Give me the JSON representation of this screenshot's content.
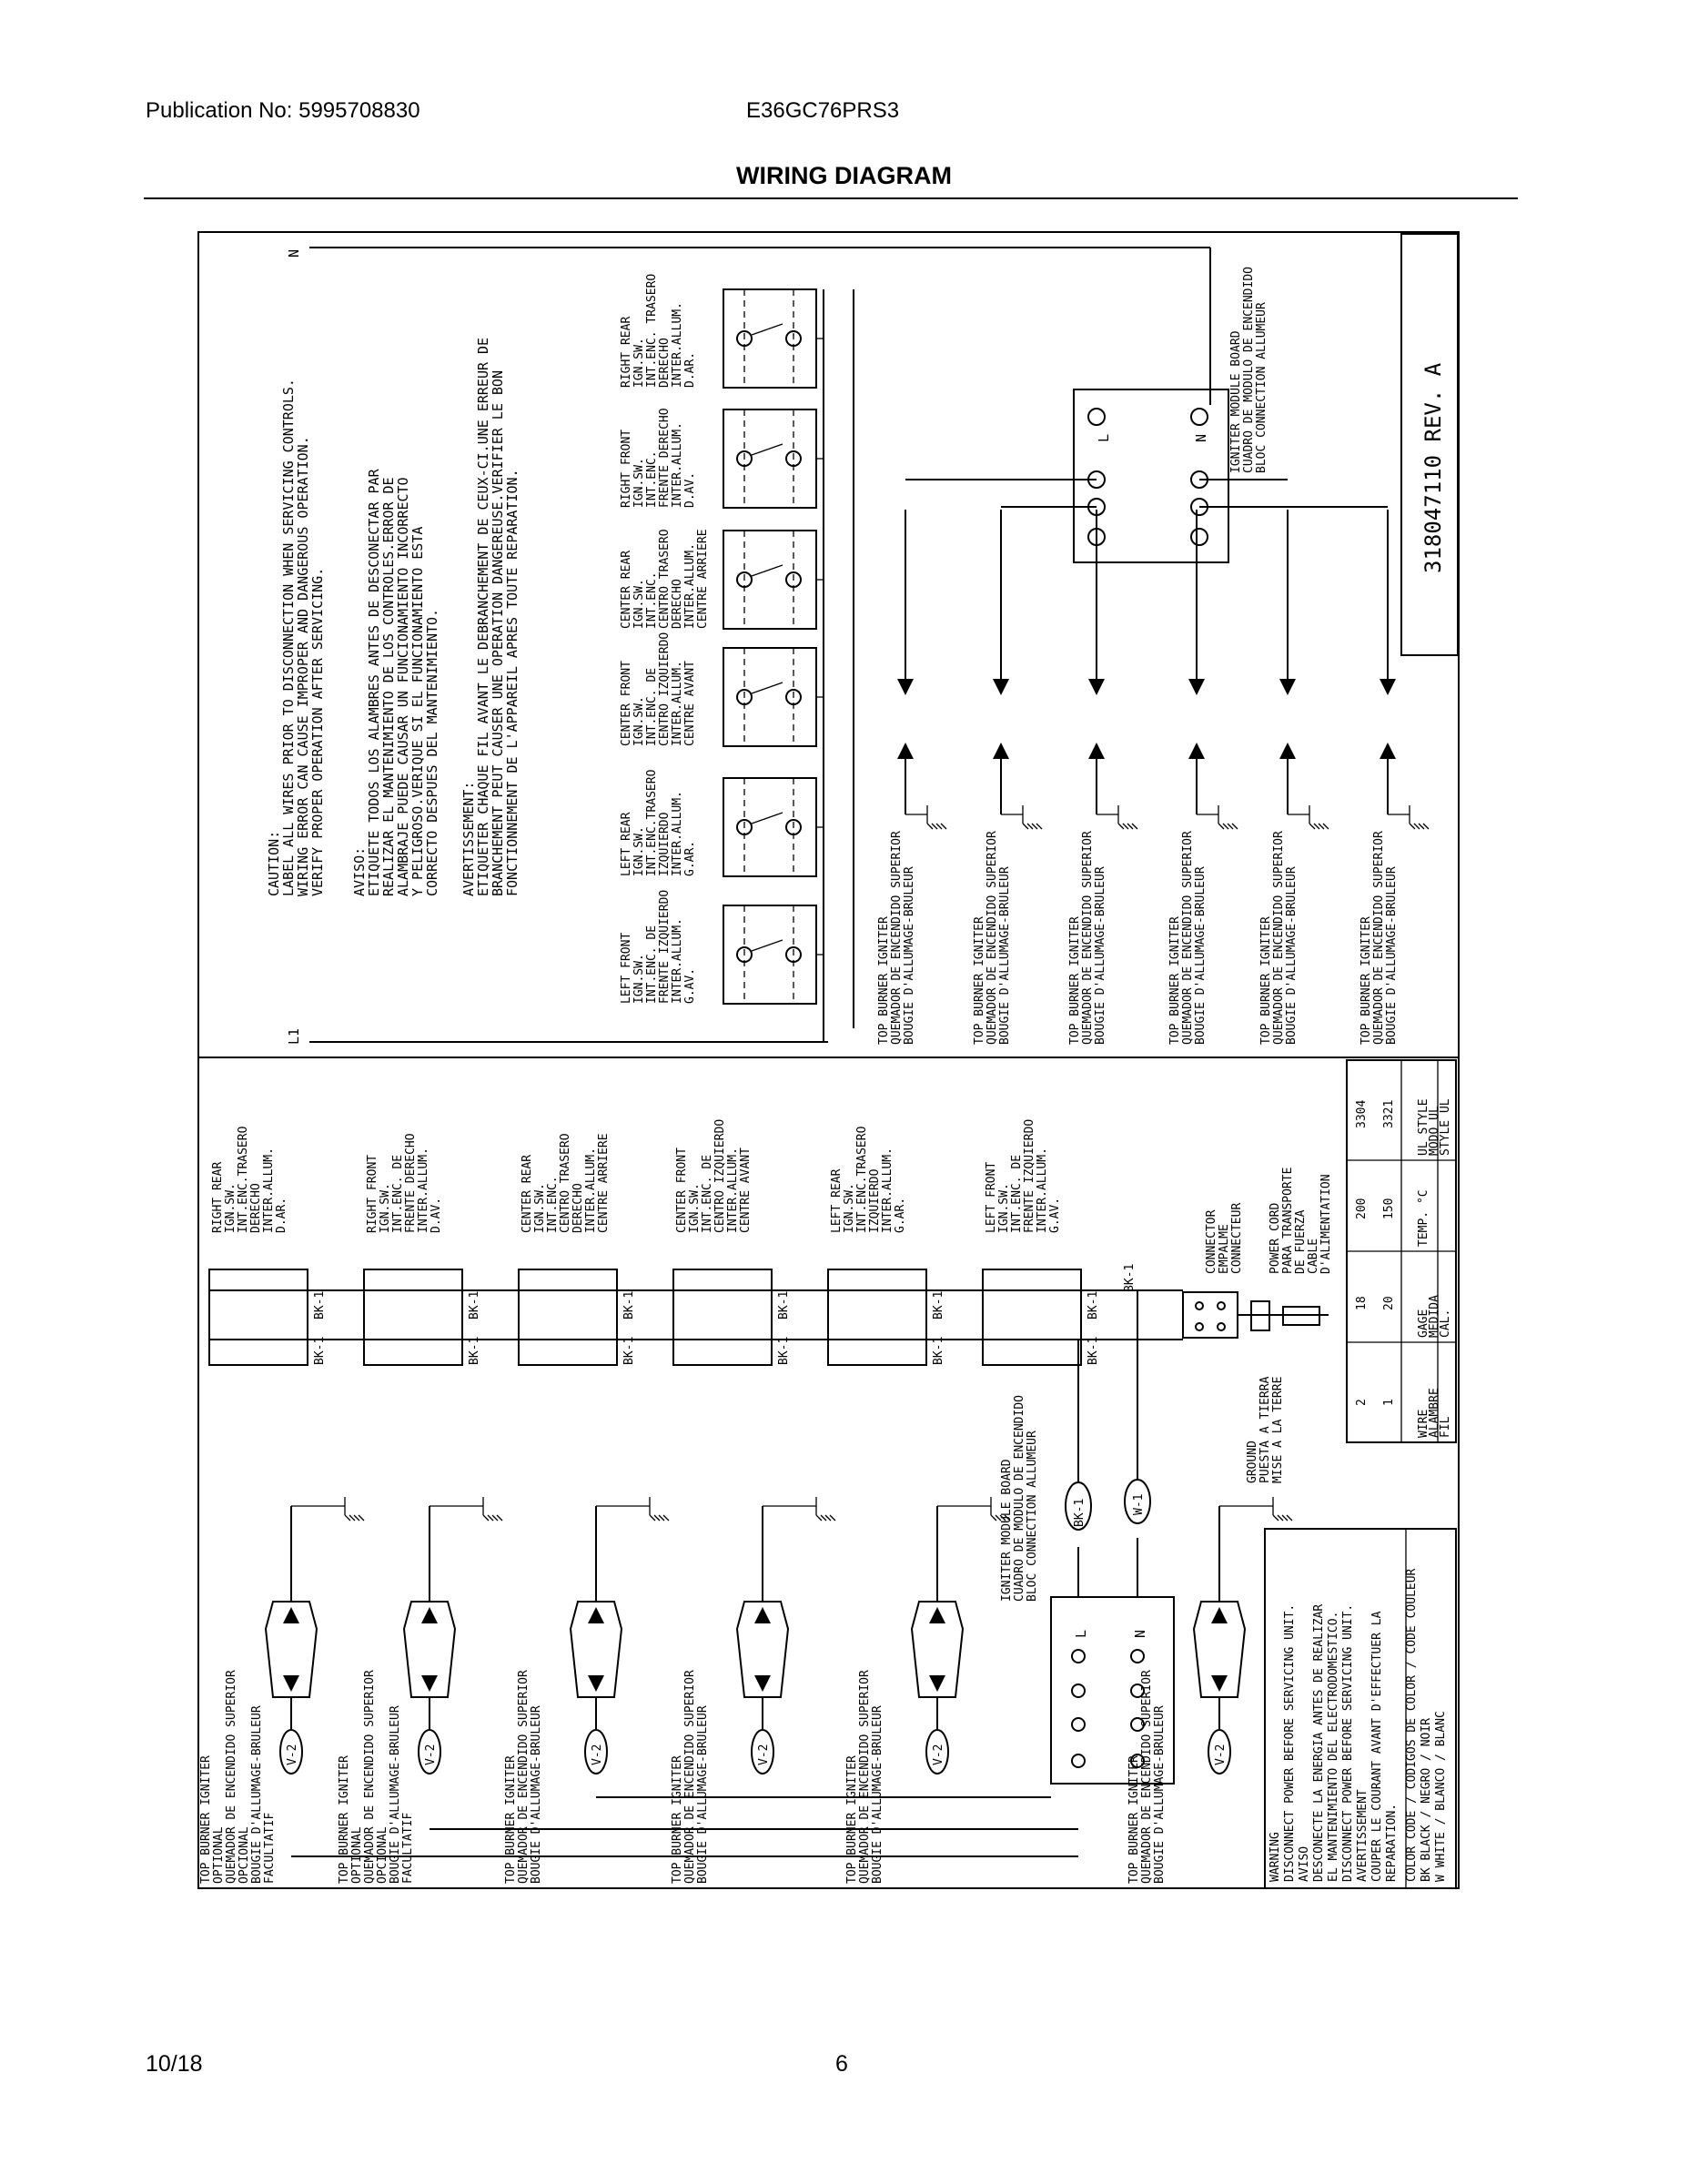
{
  "header": {
    "publication": "Publication No: 5995708830",
    "model": "E36GC76PRS3",
    "title": "WIRING DIAGRAM"
  },
  "footer": {
    "date": "10/18",
    "page": "6"
  },
  "diagram": {
    "doc_number": "318047110 REV. A",
    "upper": {
      "L1": "L1",
      "N": "N",
      "caution": [
        "CAUTION:",
        "LABEL ALL WIRES PRIOR TO DISCONNECTION WHEN SERVICING CONTROLS.",
        "WIRING ERROR CAN CAUSE IMPROPER AND DANGEROUS OPERATION.",
        "VERIFY PROPER OPERATION AFTER SERVICING."
      ],
      "aviso": [
        "AVISO:",
        "ETIQUETE TODOS LOS ALAMBRES ANTES DE DESCONECTAR PAR",
        "REALIZAR EL MANTENIMIENTO DE LOS CONTROLES.ERROR DE",
        "ALAMBRAJE PUEDE CAUSAR UN FUNCIONAMIENTO INCORRECTO",
        "Y PELIGROSO.VERIQUE SI EL FUNCIONAMIENTO ESTA",
        "CORRECTO DESPUES DEL MANTENIMIENTO."
      ],
      "avertissement": [
        "AVERTISSEMENT:",
        "ETIQUETER CHAQUE FIL AVANT LE DEBRANCHEMENT DE CEUX-CI.UNE ERREUR DE",
        "BRANCHEMENT PEUT CAUSER UNE OPERATION DANGEREUSE.VERIFIER LE BON",
        "FONCTIONNEMENT DE L'APPAREIL APRES TOUTE REPARATION."
      ],
      "switches": [
        [
          "LEFT FRONT",
          "IGN.SW.",
          "INT.ENC. DE",
          "FRENTE IZQUIERDO",
          "INTER.ALLUM.",
          "G.AV."
        ],
        [
          "LEFT REAR",
          "IGN.SW.",
          "INT.ENC.TRASERO",
          "IZQUIERDO",
          "INTER.ALLUM.",
          "G.AR."
        ],
        [
          "CENTER FRONT",
          "IGN.SW.",
          "INT.ENC. DE",
          "CENTRO IZQUIERDO",
          "INTER.ALLUM.",
          "CENTRE AVANT"
        ],
        [
          "CENTER REAR",
          "IGN.SW.",
          "INT.ENC.",
          "CENTRO TRASERO",
          "DERECHO",
          "INTER.ALLUM.",
          "CENTRE ARRIERE"
        ],
        [
          "RIGHT FRONT",
          "IGN.SW.",
          "INT.ENC.",
          "FRENTE DERECHO",
          "INTER.ALLUM.",
          "D.AV."
        ],
        [
          "RIGHT REAR",
          "IGN.SW.",
          "INT.ENC. TRASERO",
          "DERECHO",
          "INTER.ALLUM.",
          "D.AR."
        ]
      ],
      "igniter_label": [
        "TOP BURNER IGNITER",
        "QUEMADOR DE ENCENDIDO SUPERIOR",
        "BOUGIE D'ALLUMAGE-BRULEUR"
      ],
      "module_label": [
        "IGNITER MODULE BOARD",
        "CUADRO DE MODULO DE ENCENDIDO",
        "BLOC CONNECTION ALLUMEUR"
      ],
      "module_terminals": {
        "l": "L",
        "n": "N"
      }
    },
    "lower": {
      "switches": [
        [
          "RIGHT REAR",
          "IGN.SW.",
          "INT.ENC.TRASERO",
          "DERECHO",
          "INTER.ALLUM.",
          "D.AR."
        ],
        [
          "RIGHT FRONT",
          "IGN.SW.",
          "INT.ENC. DE",
          "FRENTE DERECHO",
          "INTER.ALLUM.",
          "D.AV."
        ],
        [
          "CENTER REAR",
          "IGN.SW.",
          "INT.ENC.",
          "CENTRO TRASERO",
          "DERECHO",
          "INTER.ALLUM.",
          "CENTRE ARRIERE"
        ],
        [
          "CENTER FRONT",
          "IGN.SW.",
          "INT.ENC. DE",
          "CENTRO IZQUIERDO",
          "INTER.ALLUM.",
          "CENTRE AVANT"
        ],
        [
          "LEFT REAR",
          "IGN.SW.",
          "INT.ENC.TRASERO",
          "IZQUIERDO",
          "INTER.ALLUM.",
          "G.AR."
        ],
        [
          "LEFT FRONT",
          "IGN.SW.",
          "INT.ENC. DE",
          "FRENTE IZQUIERDO",
          "INTER.ALLUM.",
          "G.AV."
        ]
      ],
      "bk1": "BK-1",
      "w1": "W-1",
      "v2": "V-2",
      "connector": [
        "CONNECTOR",
        "EMPALME",
        "CONNECTEUR"
      ],
      "power_cord": [
        "POWER CORD",
        "PARA TRANSPORTE",
        "DE FUERZA",
        "CABLE",
        "D'ALIMENTATION"
      ],
      "ground": [
        "GROUND",
        "PUESTA A TIERRA",
        "MISE A LA TERRE"
      ],
      "module_label": [
        "IGNITER MODULE BOARD",
        "CUADRO DE MODULO DE ENCENDIDO",
        "BLOC CONNECTION ALLUMEUR"
      ],
      "module_terminals": {
        "l": "L",
        "n": "N"
      },
      "igniters": [
        [
          "TOP BURNER IGNITER",
          "OPTIONAL",
          "QUEMADOR DE ENCENDIDO SUPERIOR",
          "OPCIONAL",
          "BOUGIE D'ALLUMAGE-BRULEUR",
          "FACULTATIF"
        ],
        [
          "TOP BURNER IGNITER",
          "OPTIONAL",
          "QUEMADOR DE ENCENDIDO SUPERIOR",
          "OPCIONAL",
          "BOUGIE D'ALLUMAGE-BRULEUR",
          "FACULTATIF"
        ],
        [
          "TOP BURNER IGNITER",
          "QUEMADOR DE ENCENDIDO SUPERIOR",
          "BOUGIE D'ALLUMAGE-BRULEUR"
        ],
        [
          "TOP BURNER IGNITER",
          "QUEMADOR DE ENCENDIDO SUPERIOR",
          "BOUGIE D'ALLUMAGE-BRULEUR"
        ],
        [
          "TOP BURNER IGNITER",
          "QUEMADOR DE ENCENDIDO SUPERIOR",
          "BOUGIE D'ALLUMAGE-BRULEUR"
        ],
        [
          "TOP BURNER IGNITER",
          "QUEMADOR DE ENCENDIDO SUPERIOR",
          "BOUGIE D'ALLUMAGE-BRULEUR"
        ]
      ],
      "wire_table": {
        "rows": [
          [
            "WIRE",
            "ALAMBRE",
            "FIL",
            "1",
            "2"
          ],
          [
            "GAGE",
            "MEDIDA",
            "CAL.",
            "20",
            "18"
          ],
          [
            "TEMP. °C",
            "150",
            "200"
          ],
          [
            "UL STYLE",
            "MODO UL",
            "STYLE UL",
            "3321",
            "3304"
          ]
        ]
      },
      "warning": [
        "WARNING",
        "DISCONNECT POWER BEFORE SERVICING UNIT.",
        "AVISO",
        "DESCONECTE LA ENERGIA ANTES DE REALIZAR",
        "EL MANTENIMIENTO DEL ELECTRODOMESTICO.",
        "DISCONNECT POWER BEFORE SERVICING UNIT.",
        "AVERTISSEMENT",
        "COUPER LE COURANT AVANT D'EFFECTUER LA",
        "REPARATION."
      ],
      "color_code": [
        "COLOR CODE / CODIGOS DE COLOR / CODE COULEUR",
        "BK BLACK / NEGRO / NOIR",
        "W  WHITE / BLANCO / BLANC"
      ]
    }
  }
}
